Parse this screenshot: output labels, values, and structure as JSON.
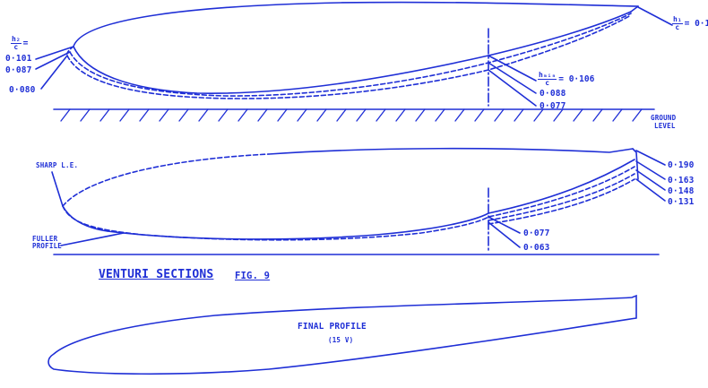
{
  "colors": {
    "ink": "#1f2fd6",
    "paper": "#ffffff"
  },
  "top": {
    "ratio_symbol": {
      "num": "h₂",
      "den": "c"
    },
    "ratio_eq": "=",
    "le_values": [
      "0·101",
      "0·087",
      "0·080"
    ],
    "tip_ratio": {
      "num": "h₁",
      "den": "c"
    },
    "tip_value": "= 0·1",
    "mid_ratio": {
      "num": "hₘᵢₙ",
      "den": "c"
    },
    "mid_values": [
      "= 0·106",
      "0·088",
      "0·077"
    ],
    "ground_label": [
      "GROUND",
      "LEVEL"
    ]
  },
  "middle": {
    "sharp_le": "SHARP L.E.",
    "fuller_profile": [
      "FULLER",
      "PROFILE"
    ],
    "tip_values": [
      "0·190",
      "0·163",
      "0·148",
      "0·131"
    ],
    "mid_values": [
      "0·077",
      "0·063"
    ]
  },
  "captions": {
    "title": "VENTURI SECTIONS",
    "fig": "FIG. 9",
    "final_profile": "FINAL  PROFILE",
    "final_sub": "(15 V)"
  }
}
